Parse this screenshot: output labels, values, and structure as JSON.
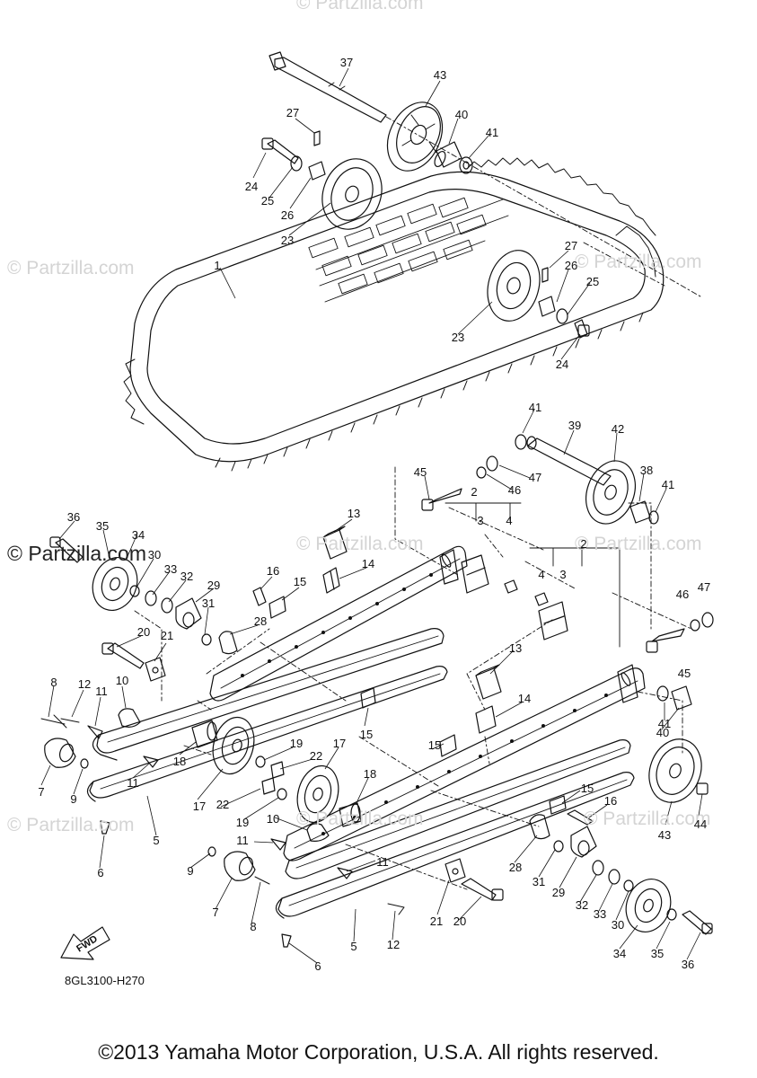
{
  "diagram": {
    "diagram_code": "8GL3100-H270",
    "fwd_label": "FWD",
    "watermarks": [
      "© Partzilla.com",
      "© Partzilla.com",
      "© Partzilla.com",
      "© Partzilla.com",
      "© Partzilla.com",
      "© Partzilla.com",
      "© Partzilla.com",
      "© Partzilla.com"
    ],
    "prominent_watermark": "© Partzilla.com",
    "callouts": [
      "37",
      "43",
      "27",
      "40",
      "41",
      "24",
      "25",
      "26",
      "23",
      "1",
      "27",
      "26",
      "25",
      "23",
      "24",
      "41",
      "39",
      "42",
      "47",
      "45",
      "46",
      "38",
      "41",
      "36",
      "35",
      "34",
      "30",
      "33",
      "32",
      "29",
      "31",
      "28",
      "13",
      "14",
      "16",
      "15",
      "2",
      "3",
      "4",
      "2",
      "4",
      "3",
      "46",
      "47",
      "45",
      "20",
      "21",
      "8",
      "12",
      "11",
      "10",
      "18",
      "19",
      "22",
      "17",
      "7",
      "9",
      "11",
      "17",
      "22",
      "19",
      "5",
      "6",
      "15",
      "13",
      "14",
      "15",
      "18",
      "41",
      "40",
      "15",
      "16",
      "43",
      "44",
      "10",
      "11",
      "11",
      "9",
      "7",
      "8",
      "28",
      "31",
      "29",
      "32",
      "33",
      "30",
      "21",
      "20",
      "5",
      "12",
      "6",
      "34",
      "35",
      "36"
    ]
  },
  "footer": {
    "copyright": "©2013 Yamaha Motor Corporation, U.S.A. All rights reserved."
  }
}
